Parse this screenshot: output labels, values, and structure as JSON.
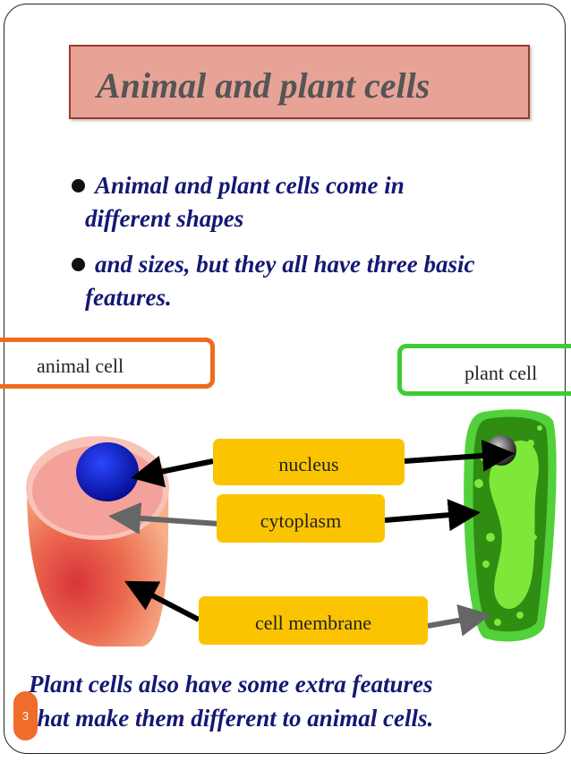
{
  "title": "Animal and plant cells",
  "bullets": [
    {
      "line1": "Animal and plant cells come in",
      "line2": "different shapes"
    },
    {
      "line1": "and sizes, but they all have three basic",
      "line2": "features."
    }
  ],
  "labels": {
    "animal_cell": "animal cell",
    "plant_cell": "plant cell"
  },
  "features": {
    "nucleus": "nucleus",
    "cytoplasm": "cytoplasm",
    "cell_membrane": "cell membrane"
  },
  "footer": {
    "line1": "Plant cells also have some extra features",
    "line2": "that make them different to animal cells."
  },
  "slide_number": "3",
  "colors": {
    "title_fill": "#e8a397",
    "title_border": "#9a3b2c",
    "text_navy": "#141873",
    "animal_border": "#ef6c1e",
    "plant_border": "#3dcc35",
    "tag_fill": "#fbc400",
    "plant_green": "#2e8a12",
    "cytoplasm_green": "#78e83a",
    "animal_pink": "#f4a6a0",
    "animal_orange": "#f08c57",
    "nucleus_blue": "#0a1ad8"
  }
}
